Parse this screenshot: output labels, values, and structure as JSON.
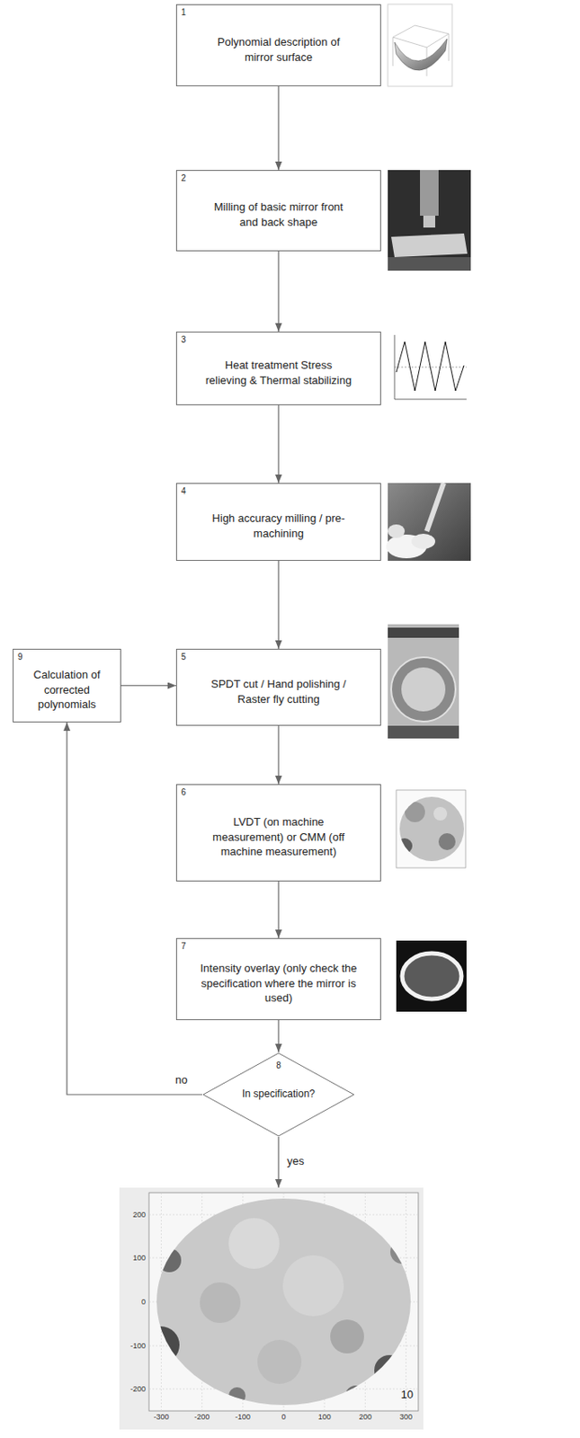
{
  "diagram": {
    "nodes": [
      {
        "text": [
          "1",
          "Polynomial description of mirror surface"
        ]
      },
      {
        "text": [
          "2",
          "Milling of basic mirror front and back shape"
        ]
      },
      {
        "text": [
          "3",
          "Heat treatment Stress relieving & Thermal stabilizing"
        ]
      },
      {
        "text": [
          "4",
          "High accuracy milling / pre-machining"
        ]
      },
      {
        "text": [
          "9",
          "Calculation of corrected polynomials"
        ]
      },
      {
        "text": [
          "5",
          "SPDT cut / Hand polishing / Raster fly cutting"
        ]
      },
      {
        "text": [
          "6",
          "LVDT (on machine measurement) or CMM (off machine measurement)"
        ]
      },
      {
        "text": [
          "7",
          "Intensity overlay (only check the specification where the mirror is used)"
        ]
      },
      {
        "text": [
          "8",
          "In specification?"
        ]
      },
      {
        "text": [
          "10"
        ]
      }
    ],
    "edges": [
      {
        "from": 0,
        "to": 1,
        "arrow": "to"
      },
      {
        "from": 1,
        "to": 2,
        "arrow": "to"
      },
      {
        "from": 2,
        "to": 3,
        "arrow": "to"
      },
      {
        "from": 3,
        "to": 5,
        "arrow": "to"
      },
      {
        "from": 4,
        "to": 5,
        "arrow": "to"
      },
      {
        "from": 5,
        "to": 6,
        "arrow": "to"
      },
      {
        "from": 6,
        "to": 7,
        "arrow": "to"
      },
      {
        "from": 7,
        "to": 8,
        "arrow": "to"
      },
      {
        "from": 8,
        "to": 4,
        "label": "no",
        "arrow": "to"
      },
      {
        "from": 8,
        "to": 9,
        "label": "yes",
        "arrow": "to"
      }
    ],
    "labels": [
      "200",
      "100",
      "0",
      "-100",
      "-200",
      "-300",
      "-200",
      "-100",
      "0",
      "100",
      "200",
      "300"
    ]
  }
}
